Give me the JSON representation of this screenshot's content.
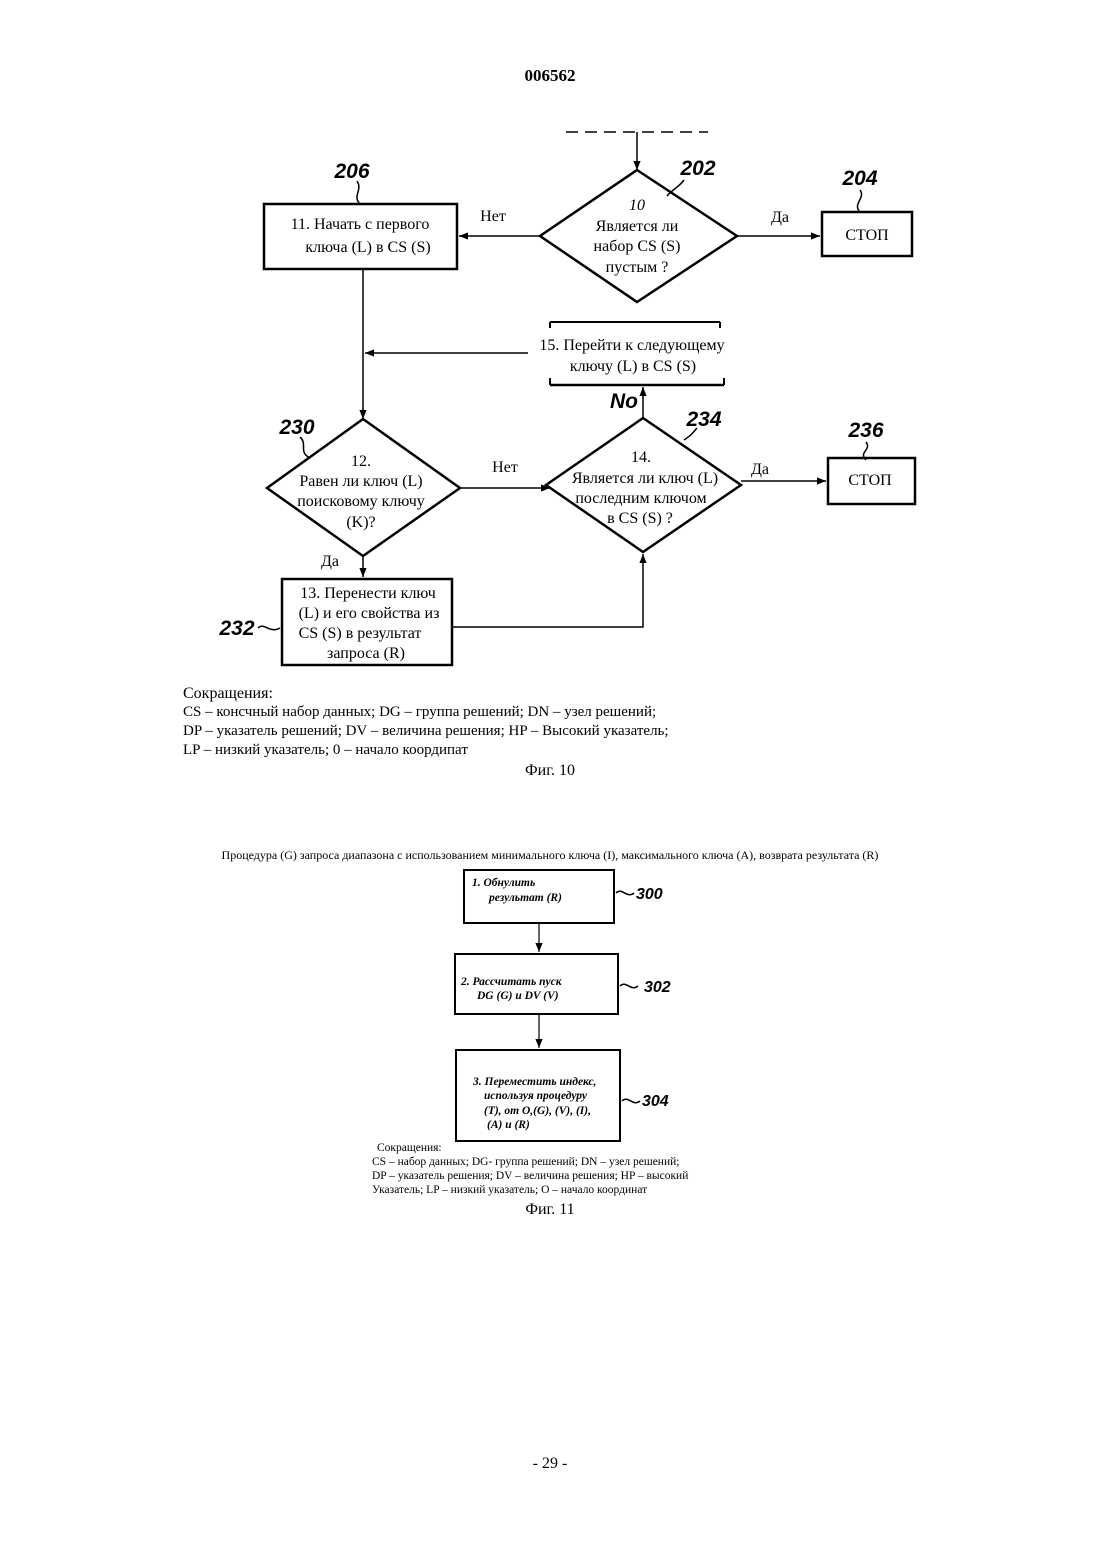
{
  "header": {
    "doc_number": "006562"
  },
  "fig10": {
    "nodes": {
      "n202": {
        "ref": "202",
        "lines": [
          "10",
          "Является ли",
          "набор CS (S)",
          "пустым ?"
        ]
      },
      "n204": {
        "ref": "204",
        "text": "СТОП"
      },
      "n206": {
        "ref": "206",
        "lines": [
          "11. Начать с первого",
          "ключа (L) в CS (S)"
        ]
      },
      "n15": {
        "lines": [
          "15. Перейти к следующему",
          "ключу (L) в CS (S)"
        ]
      },
      "n230": {
        "ref": "230",
        "lines": [
          "12.",
          "Равен ли ключ (L)",
          "поисковому ключу",
          "(K)?"
        ]
      },
      "n234": {
        "ref": "234",
        "lines": [
          "14.",
          "Является ли ключ (L)",
          "последним ключом",
          "в CS (S) ?"
        ]
      },
      "n236": {
        "ref": "236",
        "text": "СТОП"
      },
      "n232": {
        "ref": "232",
        "lines": [
          "13. Перенести ключ",
          "(L) и его свойства из",
          "CS (S) в результат",
          "запроса (R)"
        ]
      }
    },
    "edge_labels": {
      "no_202": "Нет",
      "yes_202": "Да",
      "no_230": "Нет",
      "yes_230": "Да",
      "yes_234": "Да",
      "no_234": "No"
    },
    "abbrev_title": "Сокращения:",
    "abbrev_lines": [
      "CS – консчный набор данных; DG – группа решений; DN – узел решений;",
      "DP – указатель решений; DV – величина решения; HP – Высокий указатель;",
      "LP – низкий указатель; 0 – начало коордипат"
    ],
    "caption": "Фиг. 10"
  },
  "fig11": {
    "title": "Процедура (G) запроса диапазона с использованием минимального ключа (I), максимального ключа (A), возврата результата (R)",
    "nodes": {
      "n300": {
        "ref": "300",
        "lines": [
          "1.  Обнулить",
          "результат (R)"
        ]
      },
      "n302": {
        "ref": "302",
        "lines": [
          "2. Рассчитать пуск",
          "DG (G) и DV (V)"
        ]
      },
      "n304": {
        "ref": "304",
        "lines": [
          "3. Переместить индекс,",
          "используя процедуру",
          "(T), от O,(G), (V), (I),",
          "(A) и (R)"
        ]
      }
    },
    "abbrev_title": "Сокращения:",
    "abbrev_lines": [
      "CS – набор данных; DG- группа решений; DN – узел решений;",
      "DP – указатель решения; DV – величина решения; HP – высокий",
      "Указатель; LP – низкий указатель; O – начало координат"
    ],
    "caption": "Фиг. 11"
  },
  "footer": {
    "page_number": "- 29 -"
  }
}
